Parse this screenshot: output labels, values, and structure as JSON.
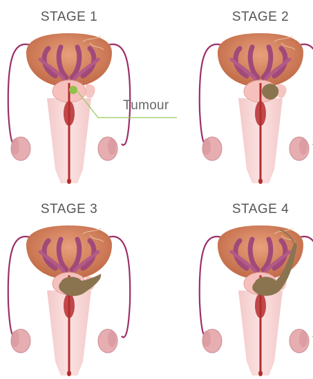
{
  "stages": [
    {
      "title": "STAGE 1"
    },
    {
      "title": "STAGE 2"
    },
    {
      "title": "STAGE 3"
    },
    {
      "title": "STAGE 4"
    }
  ],
  "callout": {
    "label": "Tumour"
  },
  "colors": {
    "bladder": "#c8704d",
    "bladder_inner": "#e8a27a",
    "vessel": "#a04a7a",
    "duct": "#9c2f66",
    "prostate": "#f6c1bd",
    "urethra": "#b52c2c",
    "shaft": "#f8d4d4",
    "testis": "#e7aeb2",
    "tumour_early": "#8fc24a",
    "tumour_late": "#8a7450",
    "callout_line": "#9ac85a"
  }
}
